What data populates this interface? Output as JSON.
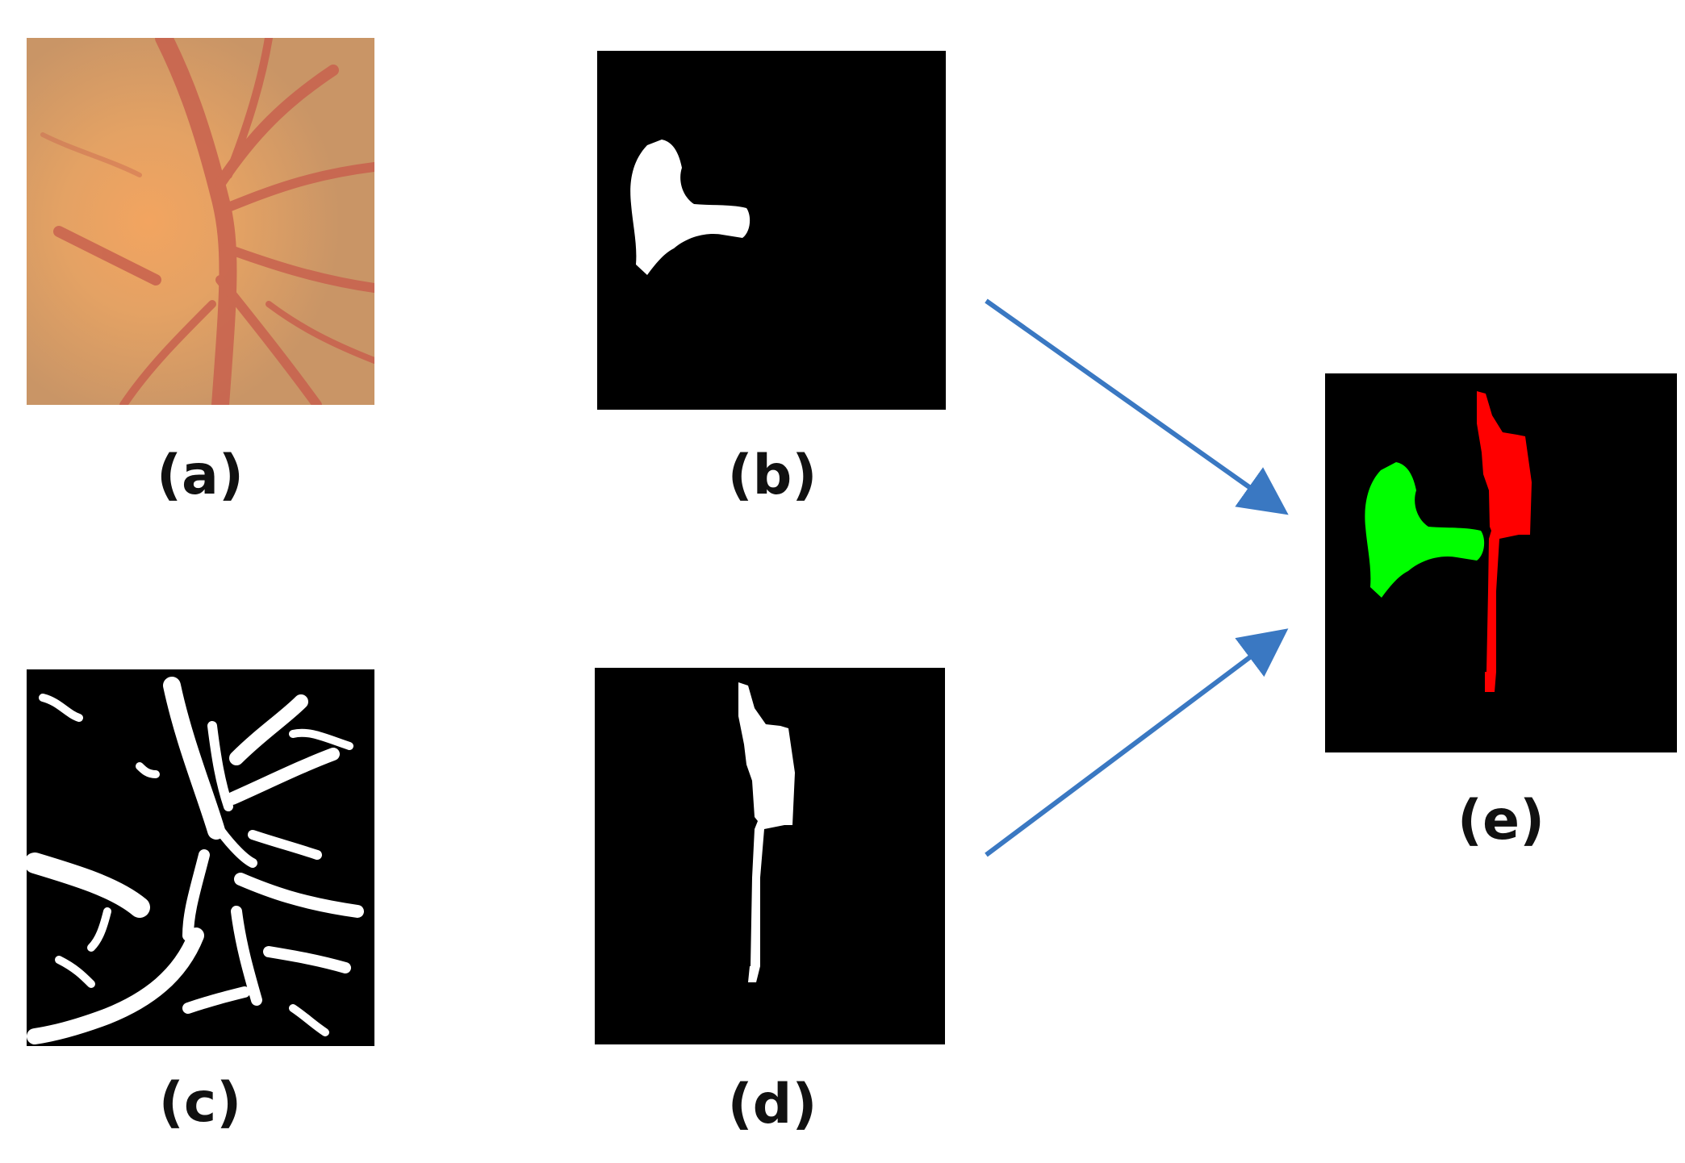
{
  "panels": {
    "a": {
      "label": "(a)"
    },
    "b": {
      "label": "(b)"
    },
    "c": {
      "label": "(c)"
    },
    "d": {
      "label": "(d)"
    },
    "e": {
      "label": "(e)"
    }
  },
  "colors": {
    "background": "#ffffff",
    "mask_background": "#000000",
    "mask_foreground": "#ffffff",
    "optic_disc_overlay": "#00ff00",
    "vessel_overlay": "#ff0000",
    "arrow": "#3a78c2"
  }
}
